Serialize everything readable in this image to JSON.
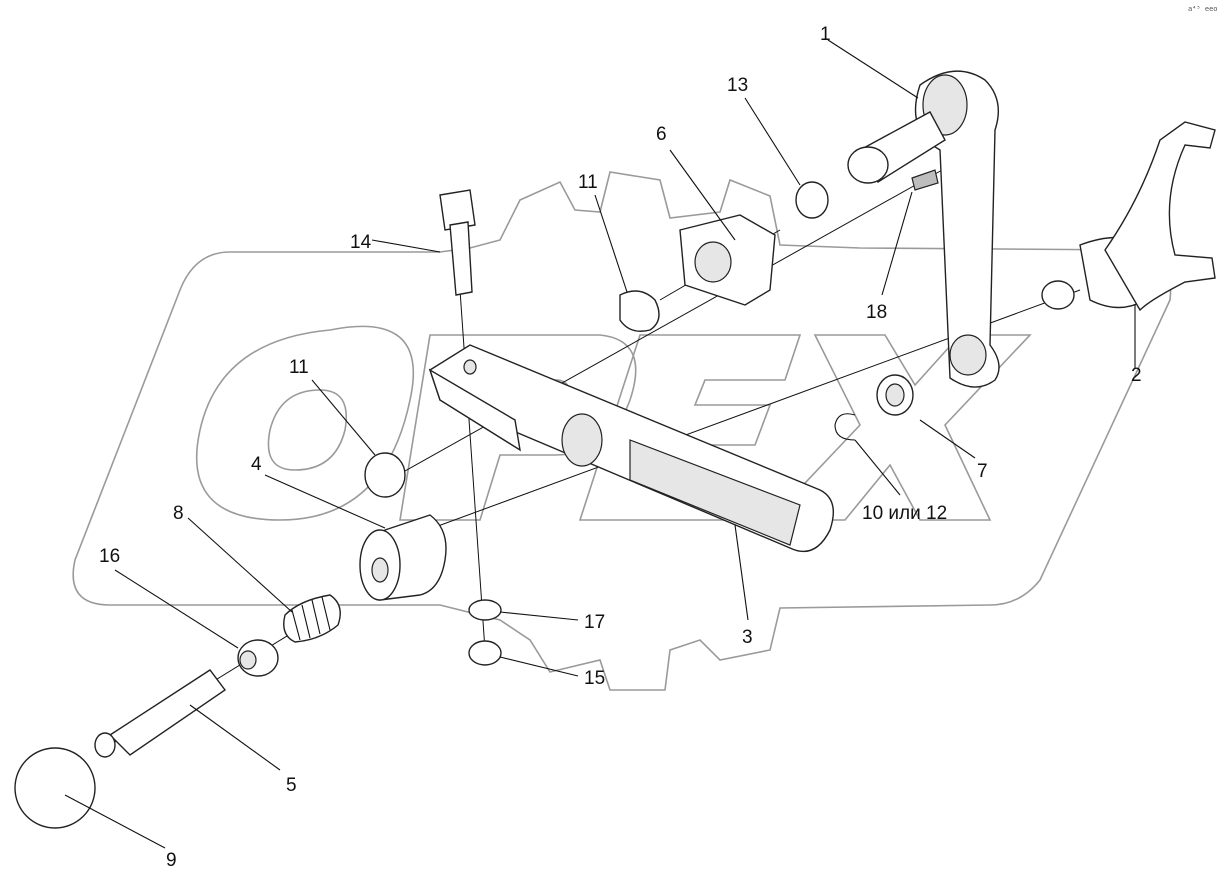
{
  "corner_mark": "a⁴⁵ eeo",
  "watermark": {
    "text": "OPEX",
    "color": "#9a9a9a"
  },
  "callouts": {
    "c1": "1",
    "c2": "2",
    "c3": "3",
    "c4": "4",
    "c5": "5",
    "c6": "6",
    "c7": "7",
    "c8": "8",
    "c9": "9",
    "c10": "10 или 12",
    "c11a": "11",
    "c11b": "11",
    "c13": "13",
    "c14": "14",
    "c15": "15",
    "c16": "16",
    "c17": "17",
    "c18": "18"
  },
  "colors": {
    "line": "#222222",
    "fill": "#ffffff",
    "shade": "#e6e6e6"
  }
}
